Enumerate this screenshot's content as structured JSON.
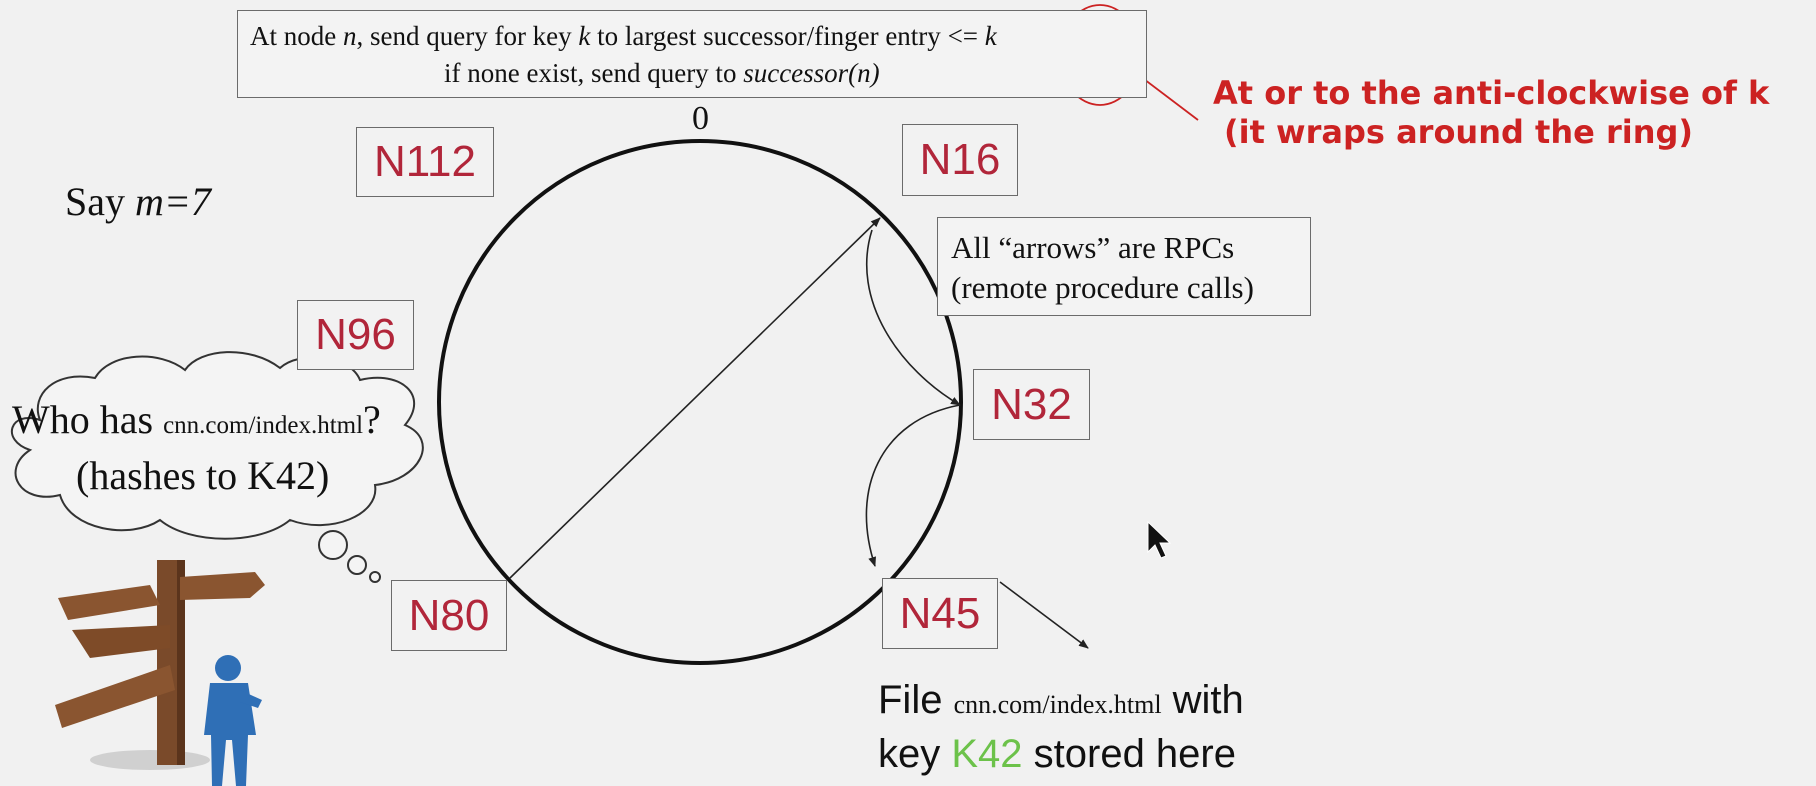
{
  "rule_box": {
    "line1_prefix": "At node ",
    "line1_n": "n",
    "line1_mid": ", send query for key ",
    "line1_k": "k",
    "line1_suffix": " to largest successor/finger entry ",
    "line1_le": "<= ",
    "line1_k2": "k",
    "line2_prefix": "if none exist, send query to ",
    "line2_succ": "successor(n)"
  },
  "annotation": {
    "line1": "At or to the anti-clockwise of k",
    "line2": "(it wraps around the ring)",
    "color": "#cc2222"
  },
  "ring_zero_label": "0",
  "say_m": {
    "prefix": "Say ",
    "var": "m=7"
  },
  "rpc_box": {
    "line1": "All “arrows” are RPCs",
    "line2": "(remote procedure calls)"
  },
  "nodes": {
    "n112": "N112",
    "n16": "N16",
    "n96": "N96",
    "n32": "N32",
    "n80": "N80",
    "n45": "N45"
  },
  "thought": {
    "line1_prefix": "Who has ",
    "line1_url": "cnn.com/index.html",
    "line1_suffix": "?",
    "line2": "(hashes to K42)"
  },
  "file_note": {
    "line1_prefix": "File ",
    "line1_url": "cnn.com/index.html",
    "line1_suffix": " with",
    "line2_prefix": "key ",
    "line2_key": "K42",
    "line2_suffix": " stored here",
    "key_color": "#6cc24a"
  },
  "icons": [
    "signpost-icon",
    "person-icon",
    "cursor-icon"
  ]
}
